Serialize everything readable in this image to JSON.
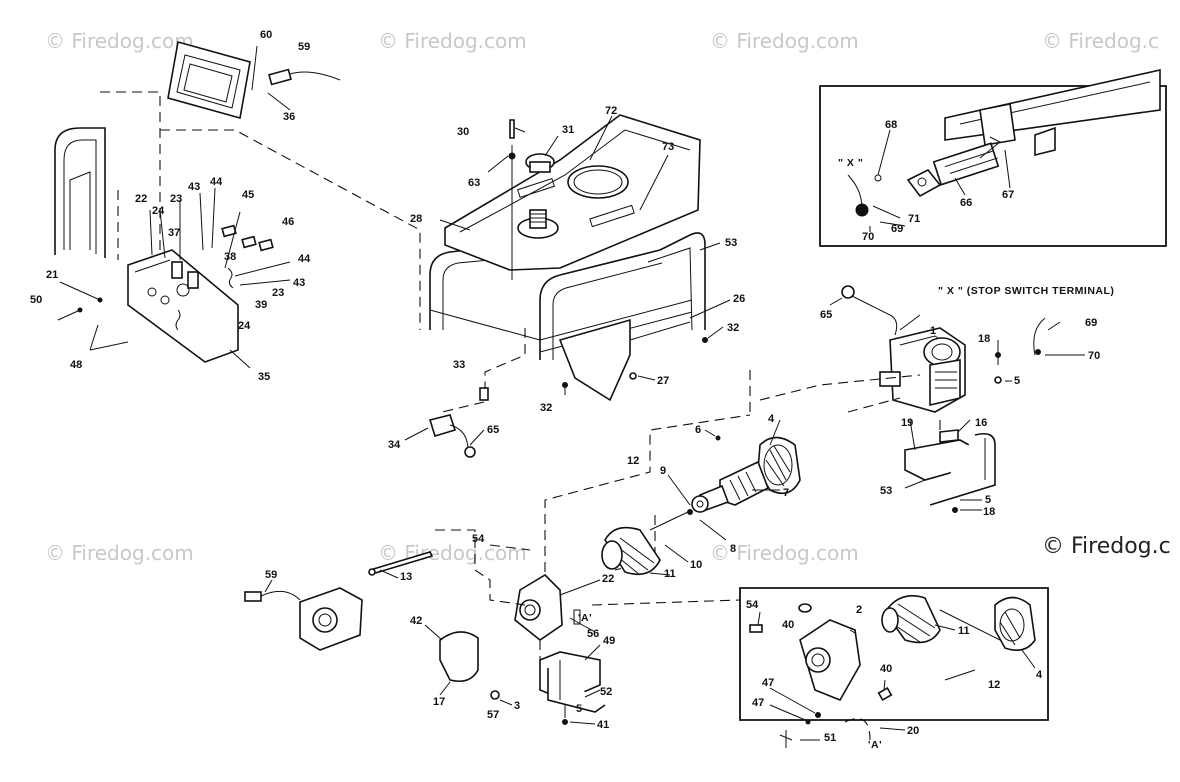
{
  "watermarks": [
    "© Firedog.com",
    "© Firedog.com",
    "© Firedog.com",
    "© Firedog.c",
    "© Firedog.com",
    "© Firedog.com",
    "© Firedog.com",
    "© Firedog.c"
  ],
  "notes": {
    "stop_switch": "\" X \" (STOP SWITCH TERMINAL)",
    "x_ref": "\" X \"",
    "a_ref_1": "'A'",
    "a_ref_2": "'A'"
  },
  "callouts": [
    "60",
    "59",
    "36",
    "21",
    "50",
    "22",
    "24",
    "23",
    "43",
    "44",
    "45",
    "46",
    "37",
    "38",
    "44",
    "43",
    "23",
    "39",
    "24",
    "48",
    "35",
    "28",
    "30",
    "31",
    "72",
    "73",
    "63",
    "53",
    "26",
    "32",
    "32",
    "33",
    "27",
    "34",
    "65",
    "68",
    "67",
    "66",
    "71",
    "70",
    "69",
    "65",
    "1",
    "18",
    "5",
    "69",
    "70",
    "4",
    "6",
    "7",
    "16",
    "19",
    "53",
    "5",
    "18",
    "12",
    "9",
    "8",
    "10",
    "11",
    "22",
    "54",
    "13",
    "59",
    "42",
    "17",
    "56",
    "49",
    "52",
    "57",
    "3",
    "5",
    "41",
    "54",
    "40",
    "2",
    "11",
    "4",
    "40",
    "12",
    "47",
    "47",
    "51",
    "20"
  ]
}
